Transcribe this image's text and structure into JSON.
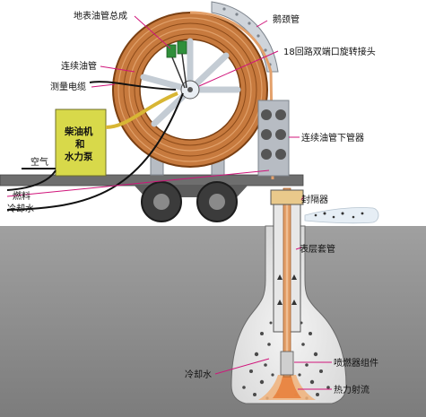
{
  "labels": {
    "surface_hose_assembly": "地表油管总成",
    "gooseneck": "鹅颈管",
    "swivel_joint": "18回路双端口旋转接头",
    "coiled_tubing": "连续油管",
    "measurement_cable": "测量电缆",
    "diesel_engine_line1": "柴油机",
    "diesel_engine_line2": "和",
    "diesel_engine_line3": "水力泵",
    "air": "空气",
    "fuel": "燃料",
    "cooling_water_top": "冷却水",
    "injector_head": "连续油管下管器",
    "packer": "封隔器",
    "surface_casing": "表层套管",
    "burner_assembly": "喷燃器组件",
    "cooling_water_bottom": "冷却水",
    "thermal_jet": "热力射流"
  },
  "colors": {
    "reel_copper": "#c77a3e",
    "reel_dark": "#7a3f12",
    "frame_gray": "#b7bcc3",
    "engine_yellow": "#d8d94a",
    "ground": "#8d8d8d",
    "truck_bed": "#6e6e6e",
    "tube_orange": "#e3a06a",
    "injector_gold": "#e9c98b",
    "leader_magenta": "#d0147a"
  }
}
